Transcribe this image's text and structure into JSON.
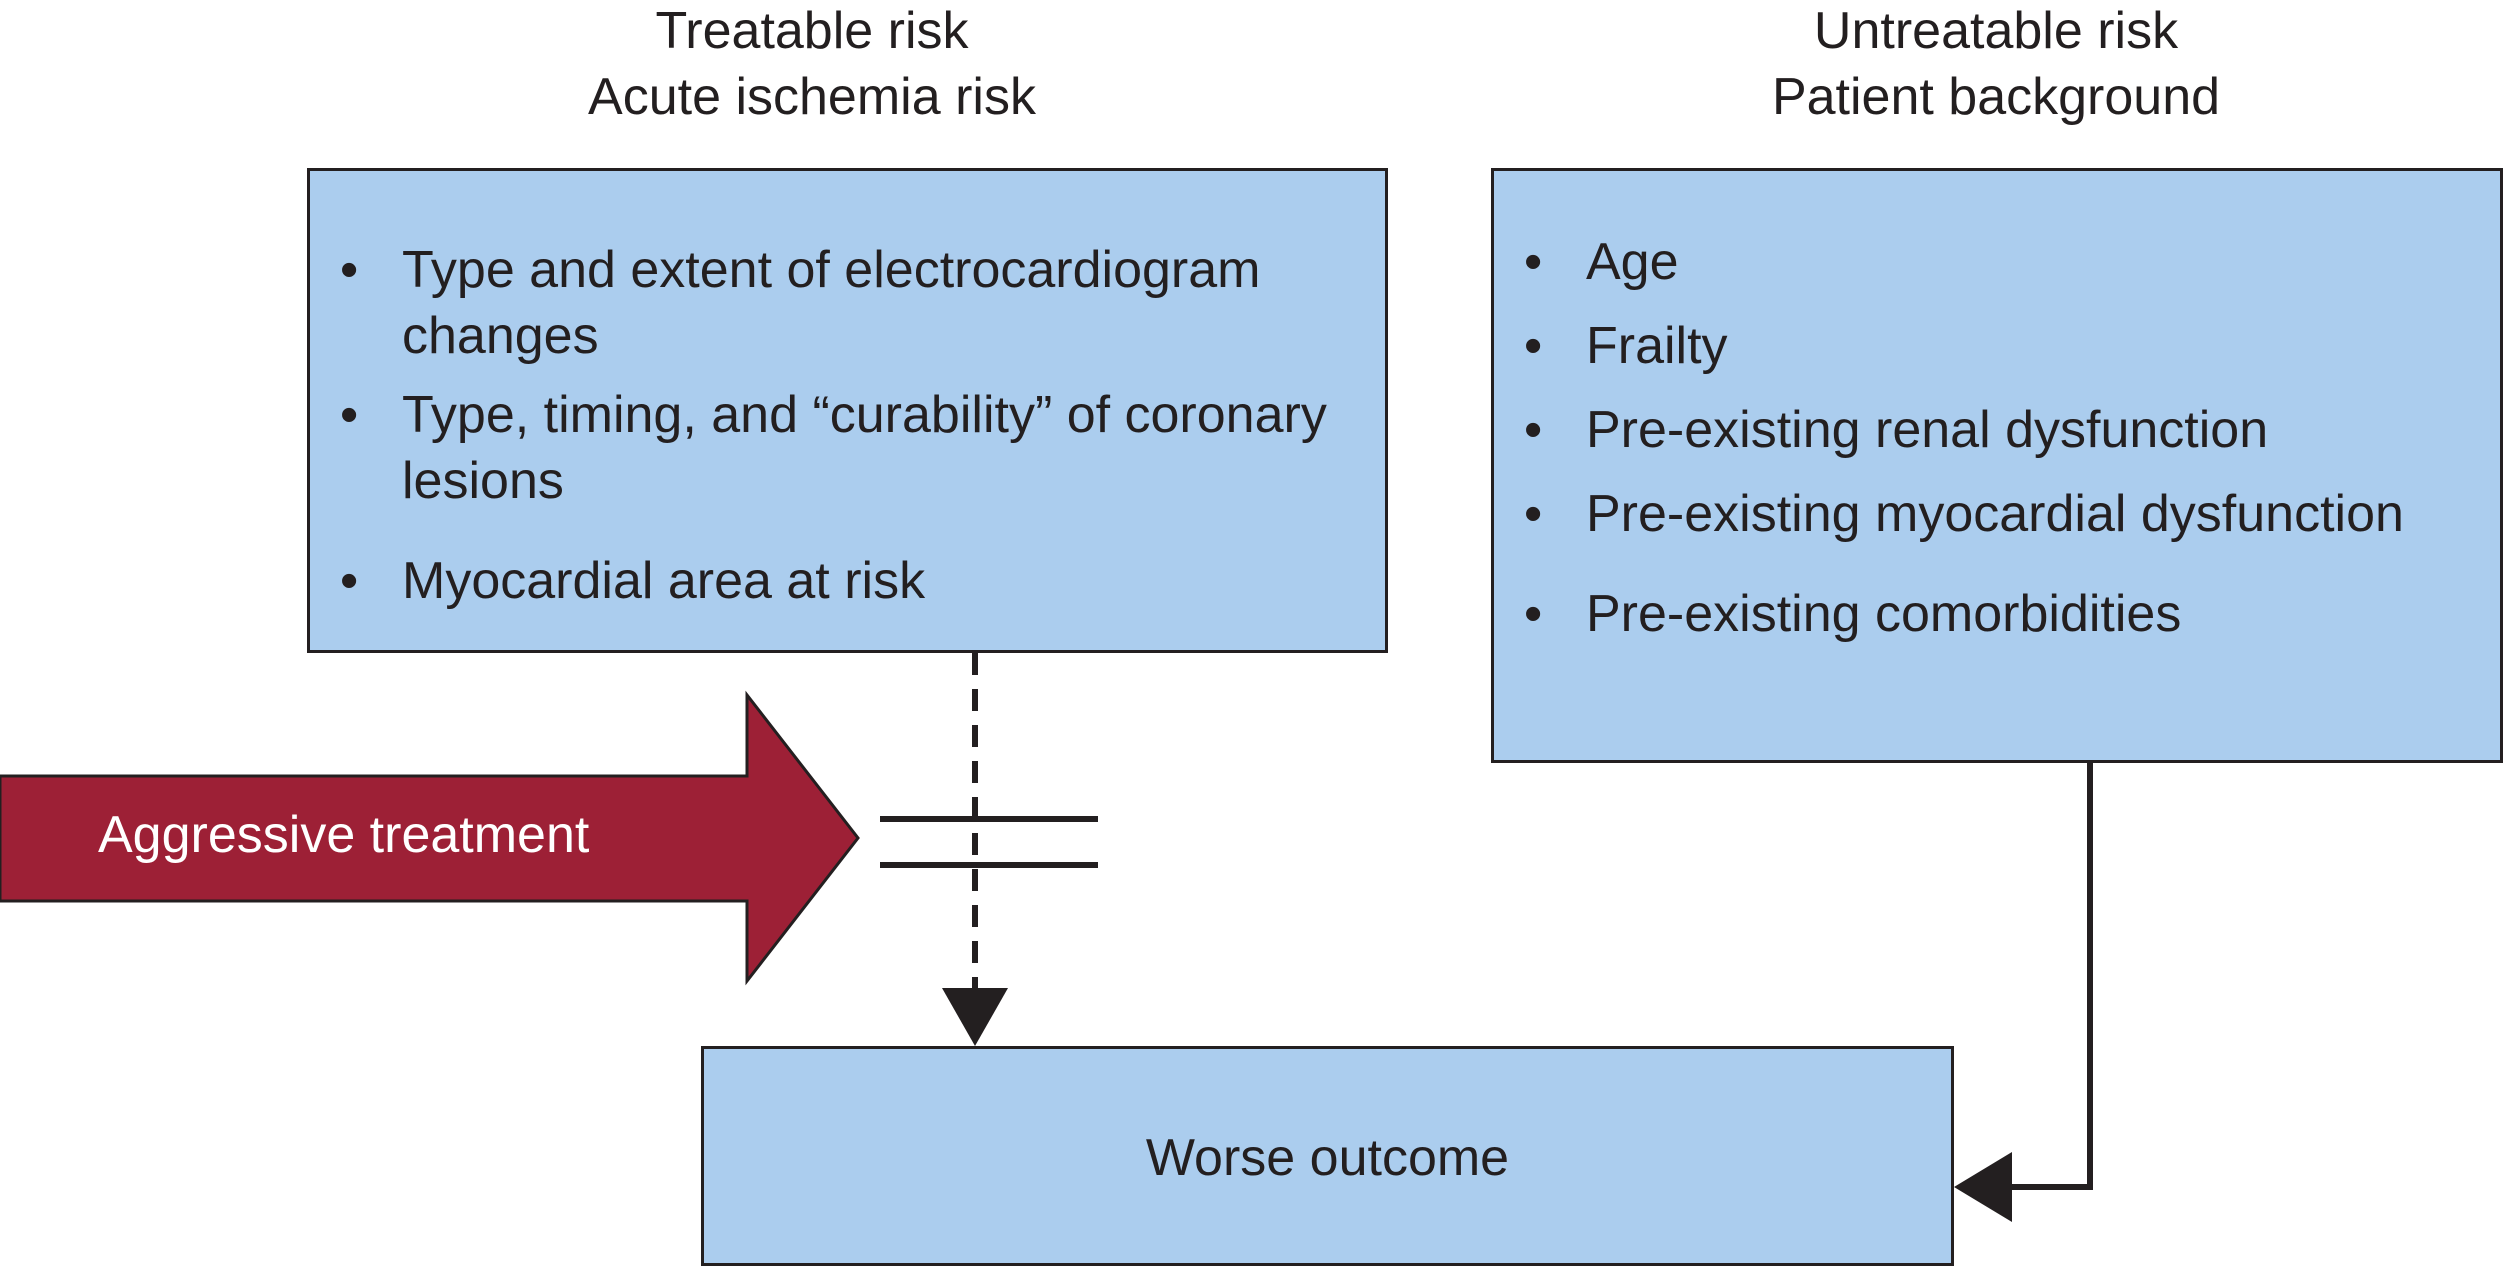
{
  "treatable": {
    "heading": [
      "Treatable risk",
      "Acute ischemia risk"
    ],
    "items": [
      "Type and extent of  electrocardiogram changes",
      "Type,  timing, and “curability” of coronary lesions",
      "Myocardial area at risk"
    ]
  },
  "untreatable": {
    "heading": [
      "Untreatable risk",
      "Patient background"
    ],
    "items": [
      "Age",
      "Frailty",
      "Pre-existing renal dysfunction",
      "Pre-existing myocardial dysfunction",
      "Pre-existing comorbidities"
    ]
  },
  "treatment": {
    "label": "Aggressive treatment"
  },
  "outcome": {
    "label": "Worse outcome"
  },
  "colors": {
    "box_fill": "#abcdee",
    "arrow_fill": "#9d2036",
    "line": "#231f20"
  }
}
